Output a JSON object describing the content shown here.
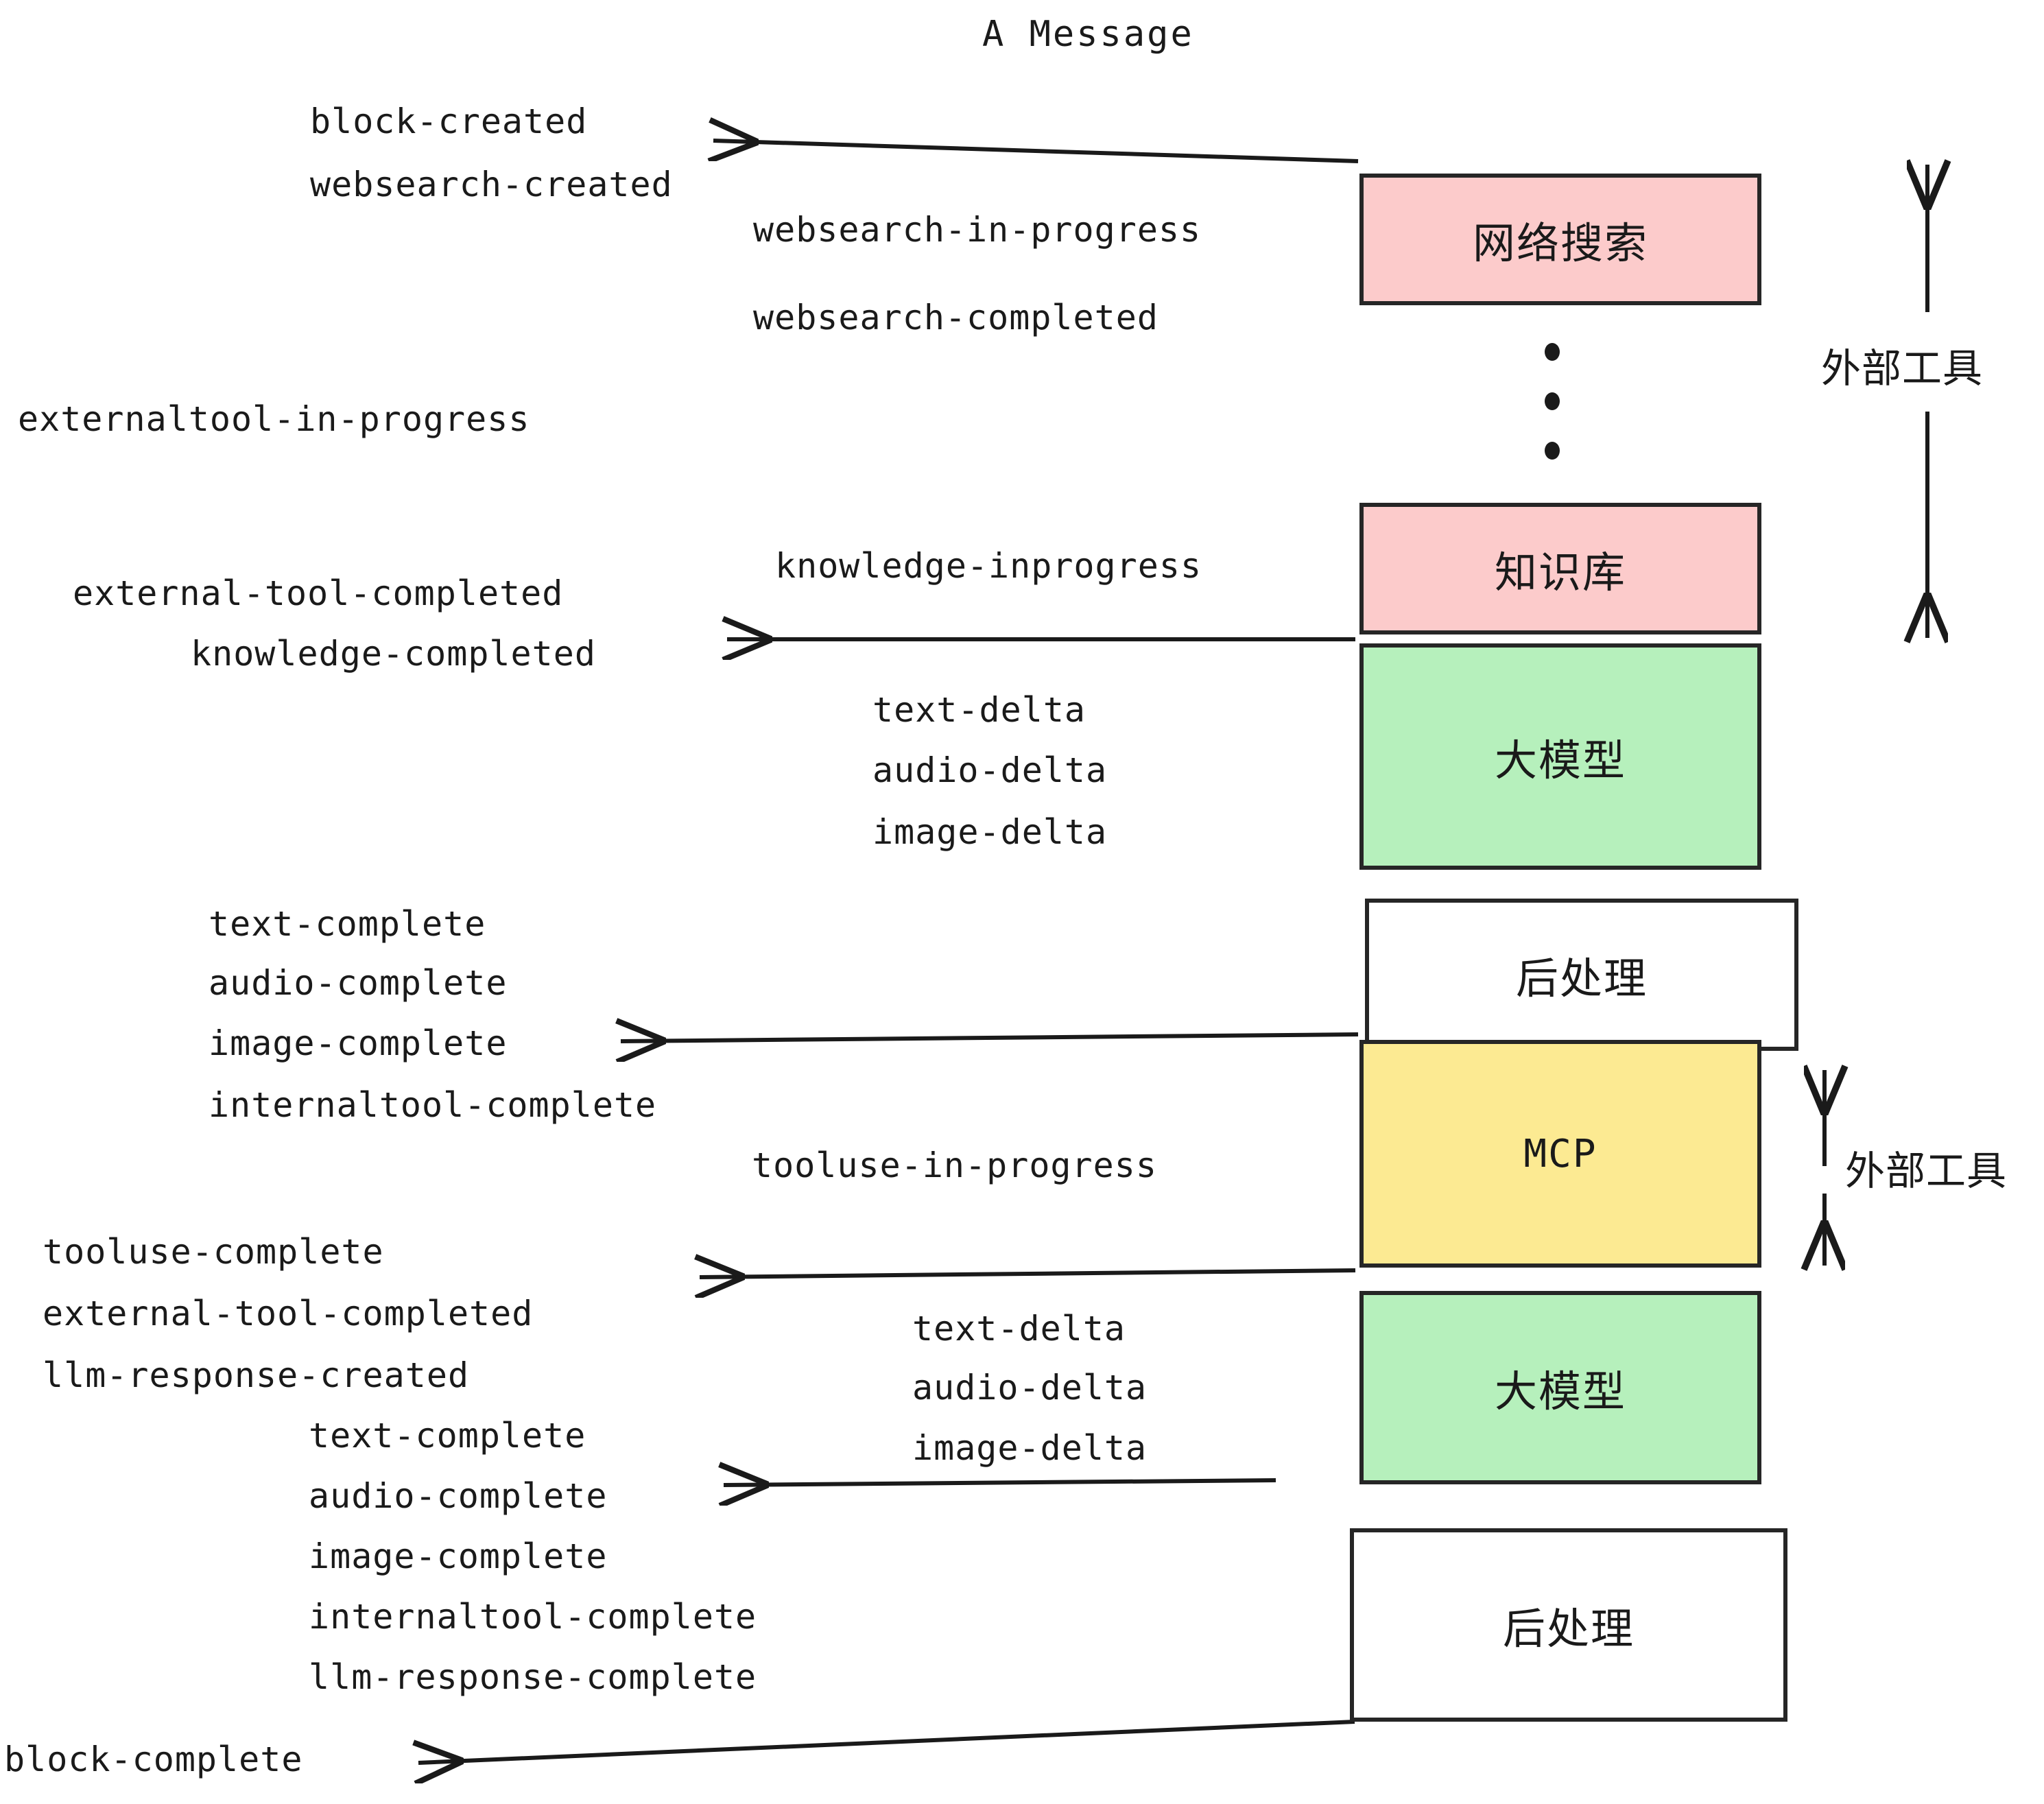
{
  "title": "A Message",
  "colors": {
    "pink": "#FCCBCB",
    "green": "#B6F0BC",
    "yellow": "#FCEA92",
    "white": "#FFFFFF",
    "stroke": "#262626",
    "text": "#1A1A1A"
  },
  "boxes": [
    {
      "id": "websearch",
      "label": "网络搜索",
      "fill": "pink"
    },
    {
      "id": "knowledge",
      "label": "知识库",
      "fill": "pink"
    },
    {
      "id": "llm-1",
      "label": "大模型",
      "fill": "green"
    },
    {
      "id": "postprocess-1",
      "label": "后处理",
      "fill": "white"
    },
    {
      "id": "mcp",
      "label": "MCP",
      "fill": "yellow"
    },
    {
      "id": "llm-2",
      "label": "大模型",
      "fill": "green"
    },
    {
      "id": "postprocess-2",
      "label": "后处理",
      "fill": "white"
    }
  ],
  "side_labels": [
    {
      "id": "external-tools-top",
      "text": "外部工具"
    },
    {
      "id": "external-tools-bottom",
      "text": "外部工具"
    }
  ],
  "events": [
    {
      "id": "block-created",
      "text": "block-created"
    },
    {
      "id": "websearch-created",
      "text": "websearch-created"
    },
    {
      "id": "websearch-in-progress",
      "text": "websearch-in-progress"
    },
    {
      "id": "websearch-completed",
      "text": "websearch-completed"
    },
    {
      "id": "externaltool-in-progress",
      "text": "externaltool-in-progress"
    },
    {
      "id": "knowledge-inprogress",
      "text": "knowledge-inprogress"
    },
    {
      "id": "external-tool-completed-1",
      "text": "external-tool-completed"
    },
    {
      "id": "knowledge-completed",
      "text": "knowledge-completed"
    },
    {
      "id": "text-delta-1",
      "text": "text-delta"
    },
    {
      "id": "audio-delta-1",
      "text": "audio-delta"
    },
    {
      "id": "image-delta-1",
      "text": "image-delta"
    },
    {
      "id": "text-complete-1",
      "text": "text-complete"
    },
    {
      "id": "audio-complete-1",
      "text": "audio-complete"
    },
    {
      "id": "image-complete-1",
      "text": "image-complete"
    },
    {
      "id": "internaltool-complete-1",
      "text": "internaltool-complete"
    },
    {
      "id": "tooluse-in-progress",
      "text": "tooluse-in-progress"
    },
    {
      "id": "tooluse-complete",
      "text": "tooluse-complete"
    },
    {
      "id": "external-tool-completed-2",
      "text": "external-tool-completed"
    },
    {
      "id": "llm-response-created",
      "text": "llm-response-created"
    },
    {
      "id": "text-delta-2",
      "text": "text-delta"
    },
    {
      "id": "audio-delta-2",
      "text": "audio-delta"
    },
    {
      "id": "image-delta-2",
      "text": "image-delta"
    },
    {
      "id": "text-complete-2",
      "text": "text-complete"
    },
    {
      "id": "audio-complete-2",
      "text": "audio-complete"
    },
    {
      "id": "image-complete-2",
      "text": "image-complete"
    },
    {
      "id": "internaltool-complete-2",
      "text": "internaltool-complete"
    },
    {
      "id": "llm-response-complete",
      "text": "llm-response-complete"
    },
    {
      "id": "block-complete",
      "text": "block-complete"
    }
  ]
}
